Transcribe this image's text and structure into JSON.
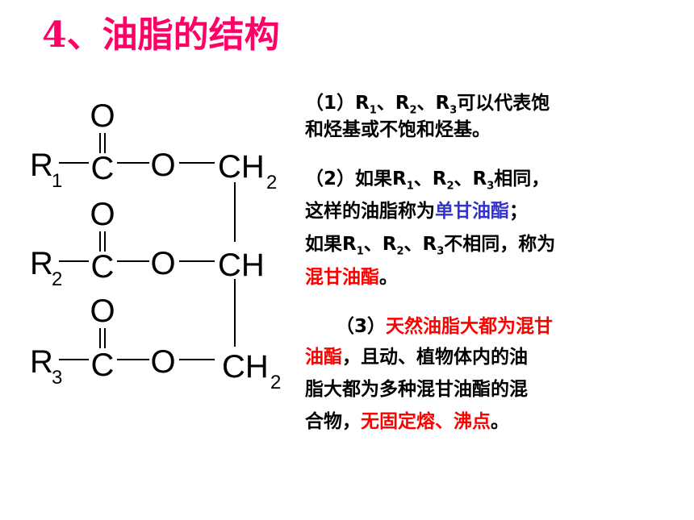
{
  "title": "4、油脂的结构",
  "structure": {
    "carbonyl_o": "O",
    "carbon": "C",
    "ester_o": "O",
    "ch2": "CH",
    "ch": "CH",
    "sub2": "2",
    "r1": "R",
    "r1_sub": "1",
    "r2": "R",
    "r2_sub": "2",
    "r3": "R",
    "r3_sub": "3"
  },
  "notes": {
    "p1": {
      "line1": {
        "a": "（1）R",
        "s1": "1",
        "b": "、R",
        "s2": "2",
        "c": "、R",
        "s3": "3",
        "d": "可以代表饱"
      },
      "line2": "和烃基或不饱和烃基。"
    },
    "p2": {
      "line1": {
        "a": "（2）如果R",
        "s1": "1",
        "b": "、R",
        "s2": "2",
        "c": "、R",
        "s3": "3",
        "d": "相同，"
      },
      "line2": {
        "a": "这样的油脂称为",
        "hl": "单甘油酯",
        "b": "；"
      },
      "line3": {
        "a": "如果R",
        "s1": "1",
        "b": "、R",
        "s2": "2",
        "c": "、R",
        "s3": "3",
        "d": "不相同，称为"
      },
      "line4": {
        "hl": "混甘油酯",
        "b": "。"
      }
    },
    "p3": {
      "line1": {
        "a": "（3）",
        "hl": "天然油脂大都为混甘"
      },
      "line2": {
        "hl": "油酯",
        "b": "，且动、植物体内的油"
      },
      "line3": "脂大都为多种混甘油酯的混",
      "line4": {
        "a": "合物，",
        "hl": "无固定熔、沸点",
        "b": "。"
      }
    }
  },
  "colors": {
    "title": "#ff0066",
    "blue_highlight": "#3333cc",
    "red_highlight": "#ff0000"
  }
}
